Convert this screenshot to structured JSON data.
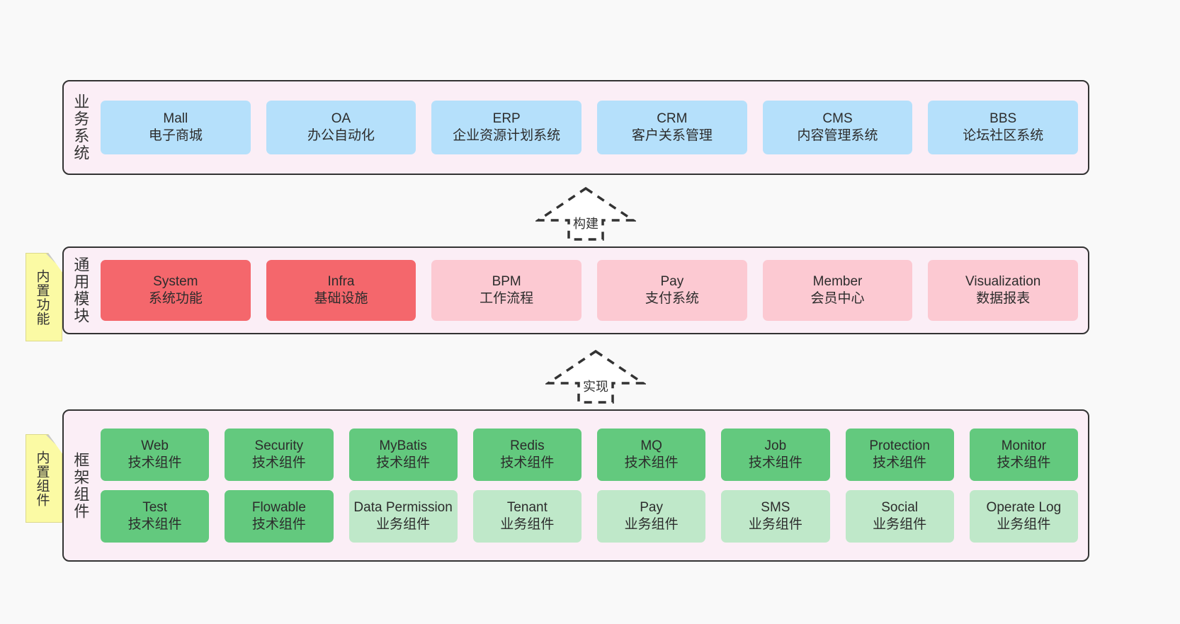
{
  "diagram": {
    "background": "#f9f9f9",
    "accent_border": "#333333",
    "layer_background": "#fbeef6",
    "note_color": "#fbfaa4"
  },
  "layers": [
    {
      "key": "business",
      "title": "业务系统",
      "card_style": "blue",
      "color": "#b5e0fb",
      "rows": [
        [
          {
            "name": "Mall",
            "sub": "电子商城"
          },
          {
            "name": "OA",
            "sub": "办公自动化"
          },
          {
            "name": "ERP",
            "sub": "企业资源计划系统"
          },
          {
            "name": "CRM",
            "sub": "客户关系管理"
          },
          {
            "name": "CMS",
            "sub": "内容管理系统"
          },
          {
            "name": "BBS",
            "sub": "论坛社区系统"
          }
        ]
      ]
    },
    {
      "key": "common",
      "title": "通用模块",
      "note": "内置功能",
      "rows": [
        [
          {
            "name": "System",
            "sub": "系统功能",
            "style": "red"
          },
          {
            "name": "Infra",
            "sub": "基础设施",
            "style": "red"
          },
          {
            "name": "BPM",
            "sub": "工作流程",
            "style": "pink"
          },
          {
            "name": "Pay",
            "sub": "支付系统",
            "style": "pink"
          },
          {
            "name": "Member",
            "sub": "会员中心",
            "style": "pink"
          },
          {
            "name": "Visualization",
            "sub": "数据报表",
            "style": "pink"
          }
        ]
      ]
    },
    {
      "key": "framework",
      "title": "框架组件",
      "note": "内置组件",
      "rows": [
        [
          {
            "name": "Web",
            "sub": "技术组件",
            "style": "green"
          },
          {
            "name": "Security",
            "sub": "技术组件",
            "style": "green"
          },
          {
            "name": "MyBatis",
            "sub": "技术组件",
            "style": "green"
          },
          {
            "name": "Redis",
            "sub": "技术组件",
            "style": "green"
          },
          {
            "name": "MQ",
            "sub": "技术组件",
            "style": "green"
          },
          {
            "name": "Job",
            "sub": "技术组件",
            "style": "green"
          },
          {
            "name": "Protection",
            "sub": "技术组件",
            "style": "green"
          },
          {
            "name": "Monitor",
            "sub": "技术组件",
            "style": "green"
          }
        ],
        [
          {
            "name": "Test",
            "sub": "技术组件",
            "style": "green"
          },
          {
            "name": "Flowable",
            "sub": "技术组件",
            "style": "green"
          },
          {
            "name": "Data Permission",
            "sub": "业务组件",
            "style": "lightgreen"
          },
          {
            "name": "Tenant",
            "sub": "业务组件",
            "style": "lightgreen"
          },
          {
            "name": "Pay",
            "sub": "业务组件",
            "style": "lightgreen"
          },
          {
            "name": "SMS",
            "sub": "业务组件",
            "style": "lightgreen"
          },
          {
            "name": "Social",
            "sub": "业务组件",
            "style": "lightgreen"
          },
          {
            "name": "Operate Log",
            "sub": "业务组件",
            "style": "lightgreen"
          }
        ]
      ]
    }
  ],
  "connectors": [
    {
      "key": "build",
      "label": "构建"
    },
    {
      "key": "implement",
      "label": "实现"
    }
  ]
}
